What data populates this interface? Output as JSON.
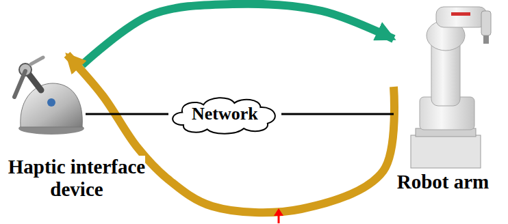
{
  "diagram": {
    "nodes": [
      {
        "text": [
          "Haptic interface device"
        ]
      },
      {
        "text": [
          "Network"
        ]
      },
      {
        "text": [
          "Robot arm"
        ]
      }
    ],
    "edges": [
      {
        "from": 0,
        "to": 2,
        "arrow": "to"
      },
      {
        "from": 2,
        "to": 0,
        "arrow": "to"
      },
      {
        "from": 0,
        "to": 1,
        "arrow": "none"
      },
      {
        "from": 1,
        "to": 2,
        "arrow": "none"
      }
    ]
  }
}
